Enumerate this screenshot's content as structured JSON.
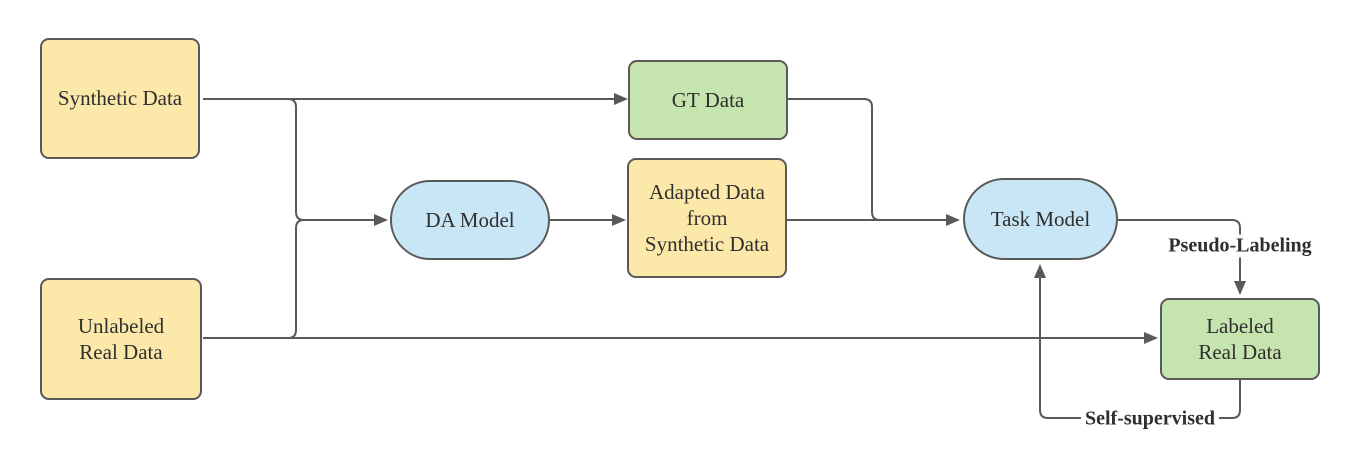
{
  "colors": {
    "background": "#ffffff",
    "node_yellow": "#FCE9A9",
    "node_green": "#C6E5AE",
    "node_blue": "#C8E6F5",
    "node_border": "#595959",
    "connector": "#595959",
    "label_text": "#2F2F2F"
  },
  "nodes": {
    "synthetic_data": {
      "label": "Synthetic Data"
    },
    "unlabeled_real_data": {
      "label": "Unlabeled\nReal Data"
    },
    "da_model": {
      "label": "DA Model"
    },
    "gt_data": {
      "label": "GT Data"
    },
    "adapted_data": {
      "label": "Adapted Data\nfrom\nSynthetic Data"
    },
    "task_model": {
      "label": "Task Model"
    },
    "labeled_real_data": {
      "label": "Labeled\nReal Data"
    }
  },
  "edge_labels": {
    "pseudo_labeling": "Pseudo-Labeling",
    "self_supervised": "Self-supervised"
  }
}
